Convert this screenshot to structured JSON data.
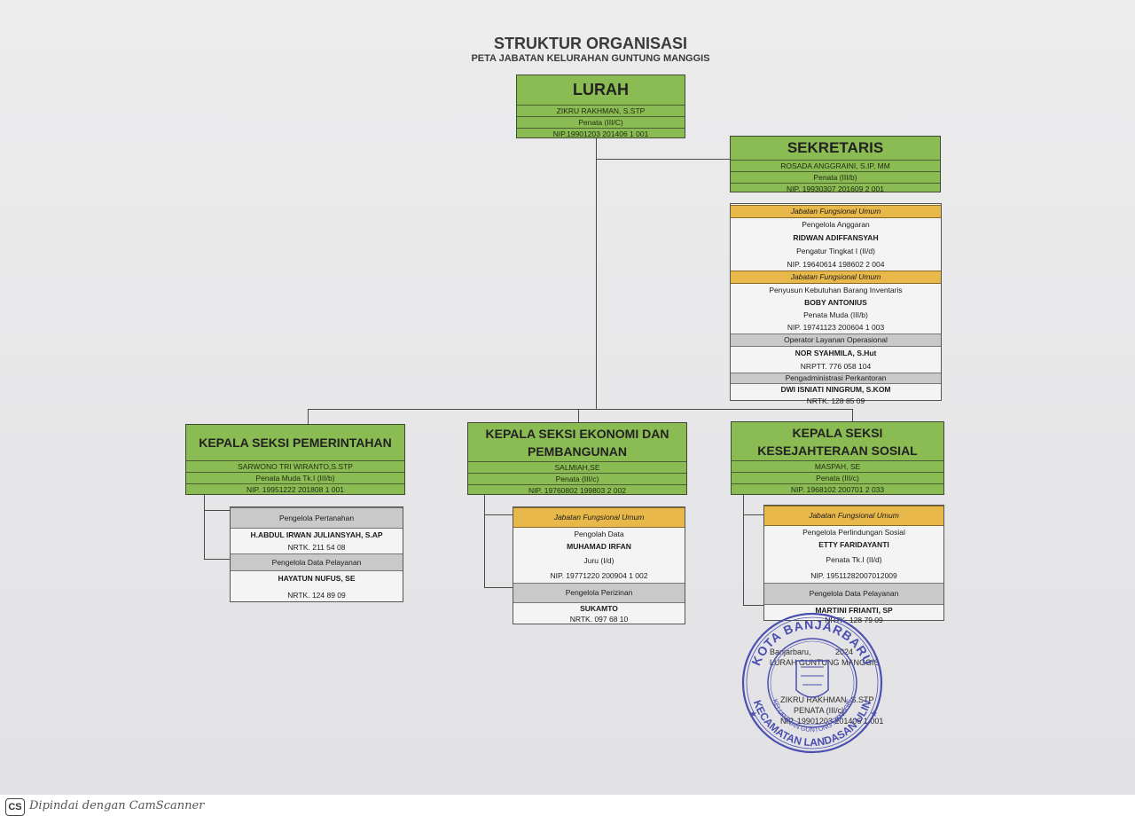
{
  "title": "STRUKTUR ORGANISASI",
  "subtitle": "PETA JABATAN KELURAHAN GUNTUNG MANGGIS",
  "lurah": {
    "title": "LURAH",
    "name": "ZIKRU RAKHMAN, S.STP",
    "rank": "Penata  (III/C)",
    "nip": "NIP.19901203 201406 1 001"
  },
  "sekretaris": {
    "title": "SEKRETARIS",
    "name": "ROSADA ANGGRAINI, S.IP, MM",
    "rank": "Penata (III/b)",
    "nip": "NIP. 19930307 201609 2 001",
    "staff": [
      {
        "section": "Jabatan Fungsional Umum",
        "lines": [
          "Pengelola Anggaran",
          "RIDWAN ADIFFANSYAH",
          "Pengatur Tingkat I (II/d)",
          "NIP. 19640614 198602 2 004"
        ]
      },
      {
        "section": "Jabatan Fungsional Umum",
        "lines": [
          "Penyusun Kebutuhan Barang Inventaris",
          "BOBY ANTONIUS",
          "Penata Muda (III/b)",
          "NIP. 19741123 200604 1 003"
        ]
      },
      {
        "section": "Operator Layanan Operasional",
        "lines": [
          "NOR SYAHMILA, S.Hut",
          "NRPTT. 776 058 104"
        ]
      },
      {
        "section": "Pengadministrasi Perkantoran",
        "lines": [
          "DWI ISNIATI NINGRUM, S.KOM",
          "NRTK. 128 85 09"
        ]
      }
    ]
  },
  "seksi": [
    {
      "title": "KEPALA SEKSI PEMERINTAHAN",
      "name": "SARWONO TRI WIRANTO,S.STP",
      "rank": "Penata Muda Tk.I (III/b)",
      "nip": "NIP. 19951222 201808 1 001",
      "staff": [
        {
          "section": "Pengelola Pertanahan",
          "lines": [
            "H.ABDUL IRWAN JULIANSYAH, S.AP",
            "NRTK. 211 54 08"
          ]
        },
        {
          "section": "Pengelola Data Pelayanan",
          "lines": [
            "HAYATUN NUFUS, SE",
            "NRTK. 124 89 09"
          ]
        }
      ]
    },
    {
      "title": "KEPALA SEKSI EKONOMI DAN PEMBANGUNAN",
      "name": "SALMIAH,SE",
      "rank": "Penata (III/c)",
      "nip": "NIP. 19760802 199803 2 002",
      "staff": [
        {
          "section": "Jabatan Fungsional Umum",
          "lines": [
            "Pengolah Data",
            "MUHAMAD IRFAN",
            "Juru (I/d)",
            "NIP. 19771220 200904 1 002"
          ]
        },
        {
          "section": "Pengelola Perizinan",
          "lines": [
            "SUKAMTO",
            "NRTK. 097 68 10"
          ]
        }
      ]
    },
    {
      "title": "KEPALA SEKSI KESEJAHTERAAN SOSIAL",
      "name": "MASPAH, SE",
      "rank": "Penata (III/c)",
      "nip": "NIP. 1968102 200701 2 033",
      "staff": [
        {
          "section": "Jabatan Fungsional Umum",
          "lines": [
            "Pengelola Perlindungan Sosial",
            "ETTY FARIDAYANTI",
            "Penata Tk.I (II/d)",
            "NIP. 19511282007012009"
          ]
        },
        {
          "section": "Pengelola Data Pelayanan",
          "lines": [
            "MARTINI FRIANTI, SP",
            "NRTK. 128 79 09"
          ]
        }
      ]
    }
  ],
  "signature": {
    "date": "Banjarbaru,           2024",
    "office": "LURAH GUNTUNG MANGGIS",
    "name": "ZIKRU RAKHMAN, S.STP",
    "rank": "PENATA (III/c)",
    "nip": "NIP. 19901203 201406 1 001"
  },
  "stamp": {
    "top_text": "KOTA BANJARBARU",
    "bottom_text": "KECAMATAN LANDASAN ULIN",
    "inner_text": "KELURAHAN GUNTUNG MANGGIS",
    "color": "#4a4fb0"
  },
  "footer": {
    "logo": "CS",
    "text": "Dipindai dengan CamScanner"
  }
}
